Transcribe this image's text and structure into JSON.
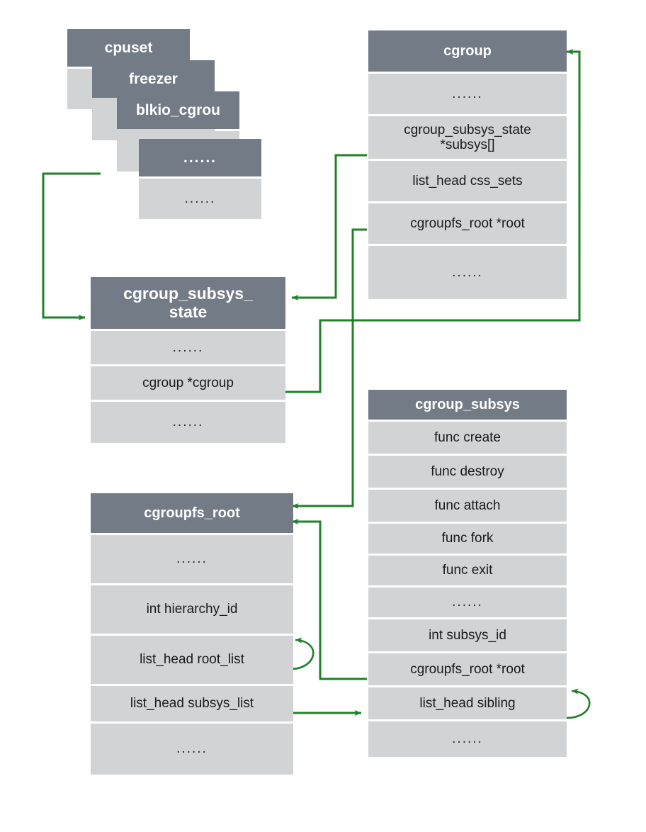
{
  "diagram": {
    "title": "Linux cgroup kernel data structures",
    "colors": {
      "header_fill": "#737b87",
      "cell_fill": "#d2d3d5",
      "arrow": "#1e8228",
      "text": "#1a1a1a",
      "header_text": "#ffffff",
      "background": "#ffffff"
    },
    "ellipsis": "......"
  },
  "subsystem_cards": [
    {
      "name": "cpuset",
      "body": ""
    },
    {
      "name": "freezer",
      "body": ""
    },
    {
      "name": "blkio_cgrou",
      "body": ""
    },
    {
      "name": "......",
      "body": "......"
    }
  ],
  "structs": [
    {
      "id": "cgroup",
      "title": "cgroup",
      "rows": [
        "......",
        "cgroup_subsys_state\n*subsys[]",
        "list_head css_sets",
        "cgroupfs_root *root",
        "......"
      ]
    },
    {
      "id": "cgroup_subsys_state",
      "title": "cgroup_subsys_\nstate",
      "rows": [
        "......",
        "cgroup *cgroup",
        "......"
      ]
    },
    {
      "id": "cgroupfs_root",
      "title": "cgroupfs_root",
      "rows": [
        "......",
        "int hierarchy_id",
        "list_head root_list",
        "list_head subsys_list",
        "......"
      ]
    },
    {
      "id": "cgroup_subsys",
      "title": "cgroup_subsys",
      "rows": [
        "func create",
        "func destroy",
        "func attach",
        "func fork",
        "func exit",
        "......",
        "int subsys_id",
        "cgroupfs_root *root",
        "list_head sibling",
        "......"
      ]
    }
  ],
  "connections": [
    {
      "from": "subsystem-cards",
      "to": "cgroup_subsys_state",
      "label": "subsystem cards to cgroup_subsys_state"
    },
    {
      "from": "cgroup.subsys[]",
      "to": "cgroup_subsys_state",
      "label": "cgroup subsys array to css"
    },
    {
      "from": "cgroup_subsys_state.cgroup",
      "to": "cgroup",
      "label": "css back pointer to cgroup"
    },
    {
      "from": "cgroup.root",
      "to": "cgroupfs_root",
      "label": "cgroup root pointer to cgroupfs_root"
    },
    {
      "from": "cgroup_subsys.root",
      "to": "cgroupfs_root",
      "label": "subsys root pointer to cgroupfs_root"
    },
    {
      "from": "cgroupfs_root.subsys_list",
      "to": "cgroup_subsys.sibling",
      "label": "subsys_list to sibling"
    },
    {
      "from": "cgroupfs_root.root_list",
      "to": "cgroupfs_root.root_list",
      "label": "root_list self loop"
    },
    {
      "from": "cgroup_subsys.sibling",
      "to": "cgroup_subsys.sibling",
      "label": "sibling self loop"
    }
  ]
}
